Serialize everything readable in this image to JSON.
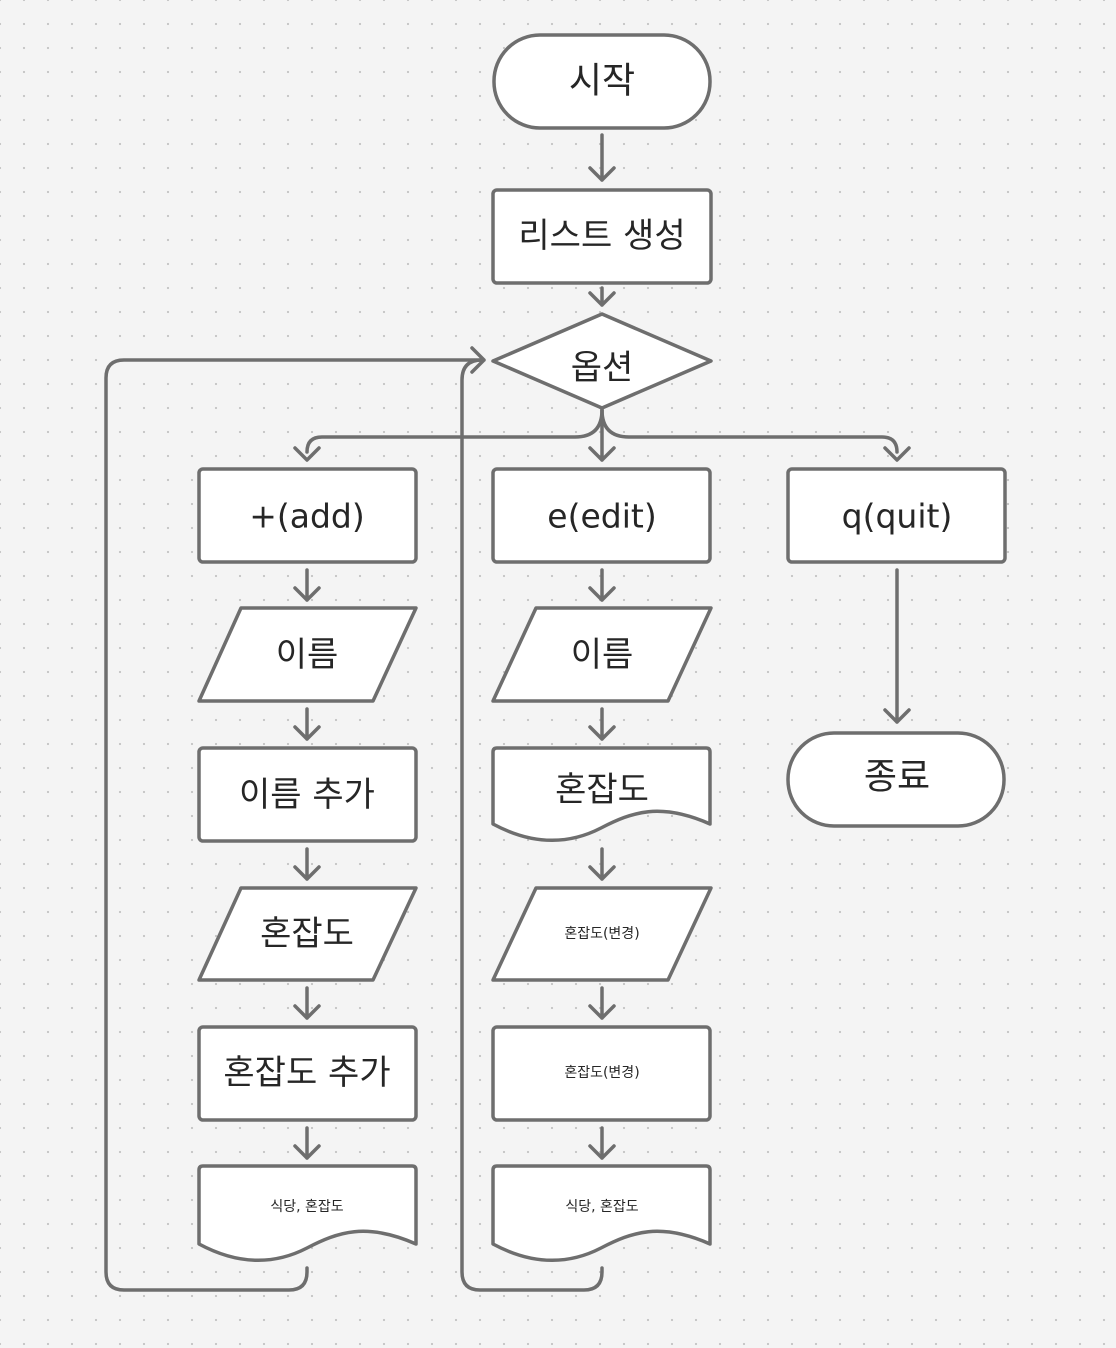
{
  "flowchart": {
    "start": "시작",
    "create_list": "리스트 생성",
    "options": "옵션",
    "branches": {
      "add": {
        "option": "+(add)",
        "input_name": "이름",
        "add_name": "이름 추가",
        "input_crowd": "혼잡도",
        "add_crowd": "혼잡도 추가",
        "output": "식당, 혼잡도"
      },
      "edit": {
        "option": "e(edit)",
        "input_name": "이름",
        "show_crowd": "혼잡도",
        "input_crowd_change": "혼잡도(변경)",
        "process_crowd_change": "혼잡도(변경)",
        "output": "식당, 혼잡도"
      },
      "quit": {
        "option": "q(quit)",
        "end": "종료"
      }
    }
  }
}
